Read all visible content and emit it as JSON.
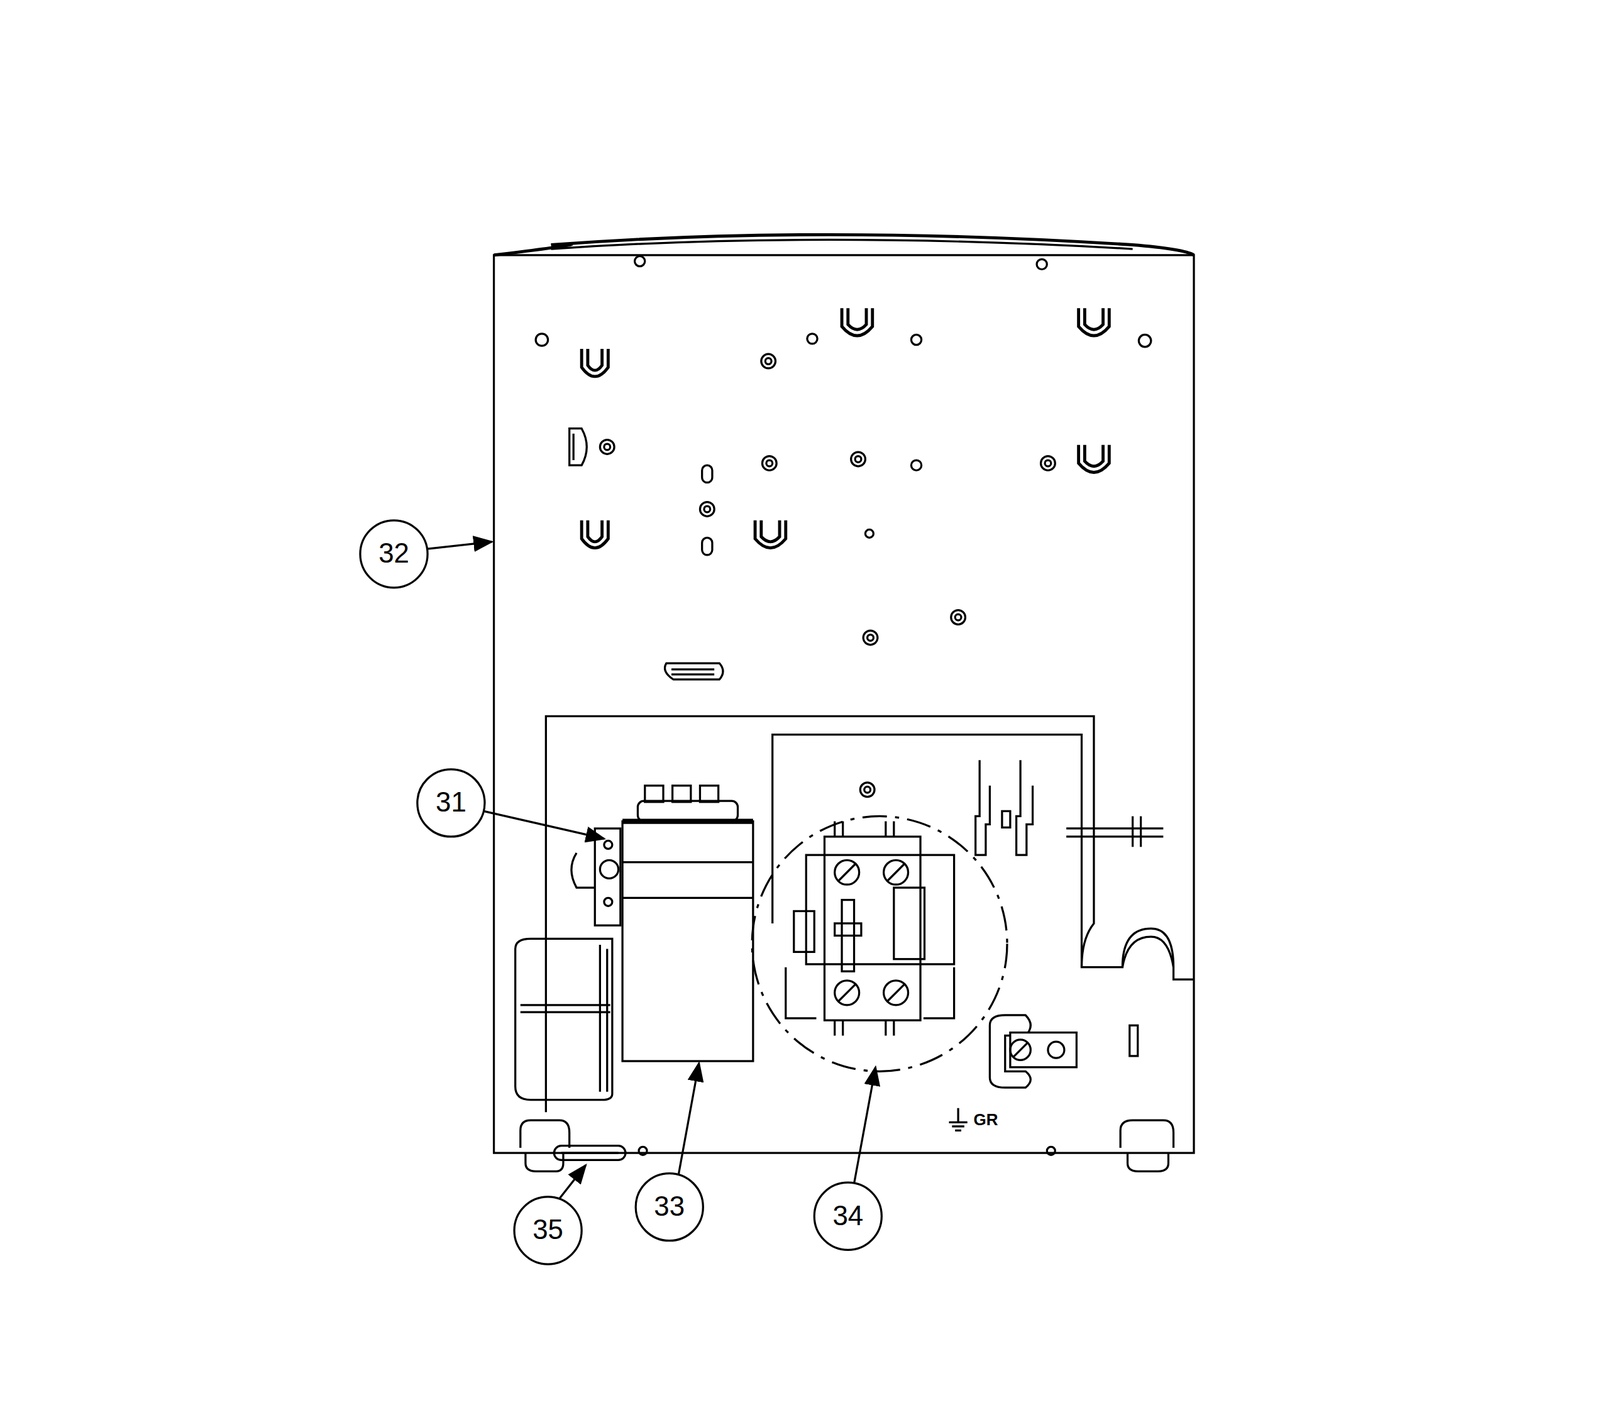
{
  "diagram": {
    "labels": [
      "32",
      "31",
      "35",
      "33",
      "34",
      "GR"
    ]
  }
}
